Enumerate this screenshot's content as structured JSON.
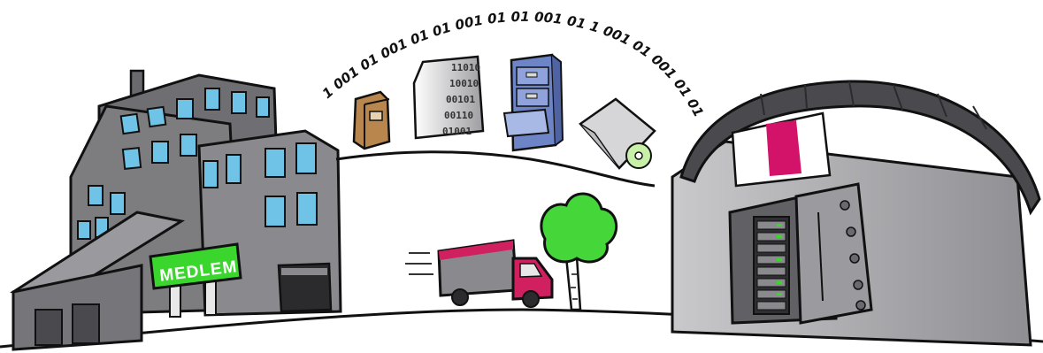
{
  "binary_stream": "1 001 01 001 01 01 001 01 01 001 01 1 001 01 001 01 01 001 01 01 001 01 01",
  "document_binary_lines": [
    "11010",
    "10010",
    "00101",
    "00110",
    "01001"
  ],
  "sign_label": "MEDLEM",
  "colors": {
    "building": "#7d7d80",
    "building_dark": "#5e5e62",
    "window": "#6fc3e6",
    "sign": "#3ad62e",
    "truck_body": "#8a8a8e",
    "truck_accent": "#d0205f",
    "tree": "#45d63a",
    "datacenter": "#a9a9ad",
    "roof": "#4a4a4e",
    "magenta_panel": "#d3136a",
    "cabinet": "#6d84c7",
    "box": "#b9874d"
  }
}
